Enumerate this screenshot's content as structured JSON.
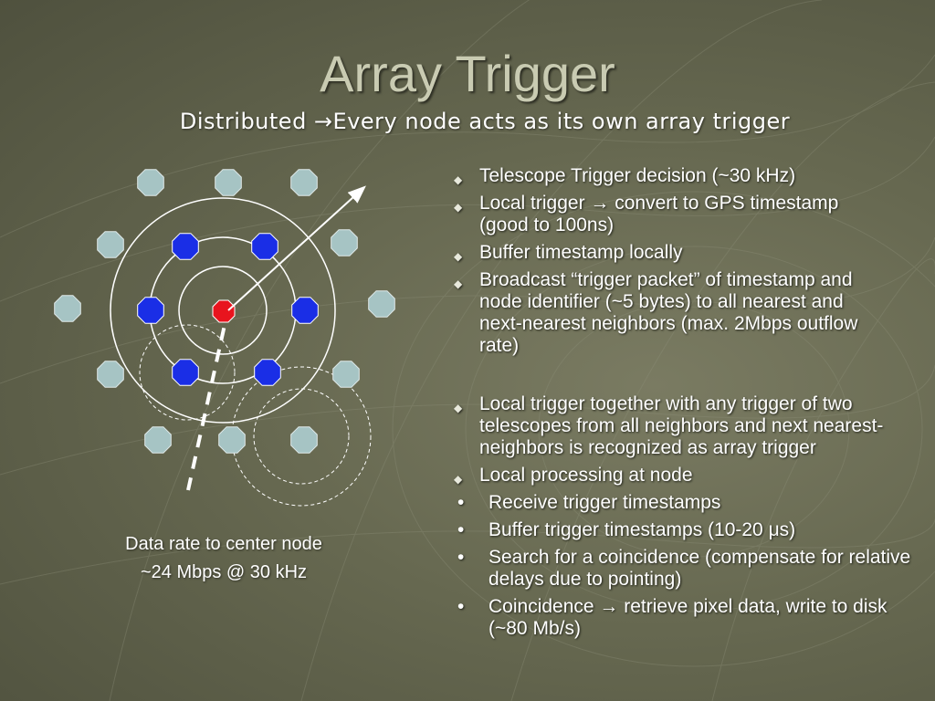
{
  "slide": {
    "title": "Array Trigger",
    "subtitle": "Distributed →Every node acts as its own array trigger"
  },
  "caption": {
    "line1": "Data rate to center node",
    "line2": "~24 Mbps @ 30 kHz"
  },
  "bullets_top": [
    "Telescope Trigger decision (~30 kHz)",
    "Local trigger → convert to GPS timestamp (good to 100ns)",
    "Buffer timestamp locally",
    "Broadcast  “trigger packet” of timestamp and node identifier (~5 bytes) to all nearest and next-nearest neighbors (max. 2Mbps outflow rate)"
  ],
  "bullets_bottom": [
    "Local trigger together with any trigger of two telescopes from all neighbors and next nearest-neighbors is recognized as array trigger",
    "Local processing at node"
  ],
  "sub_bullets": [
    "Receive trigger timestamps",
    "Buffer trigger timestamps (10-20 μs)",
    "Search for a coincidence (compensate for relative delays due to pointing)",
    "Coincidence → retrieve pixel data, write to disk (~80 Mb/s)"
  ],
  "colors": {
    "center_node": "#e8141e",
    "nearest_node": "#1a2ee6",
    "next_nearest_node": "#a6c4c4",
    "background": "#666850"
  }
}
